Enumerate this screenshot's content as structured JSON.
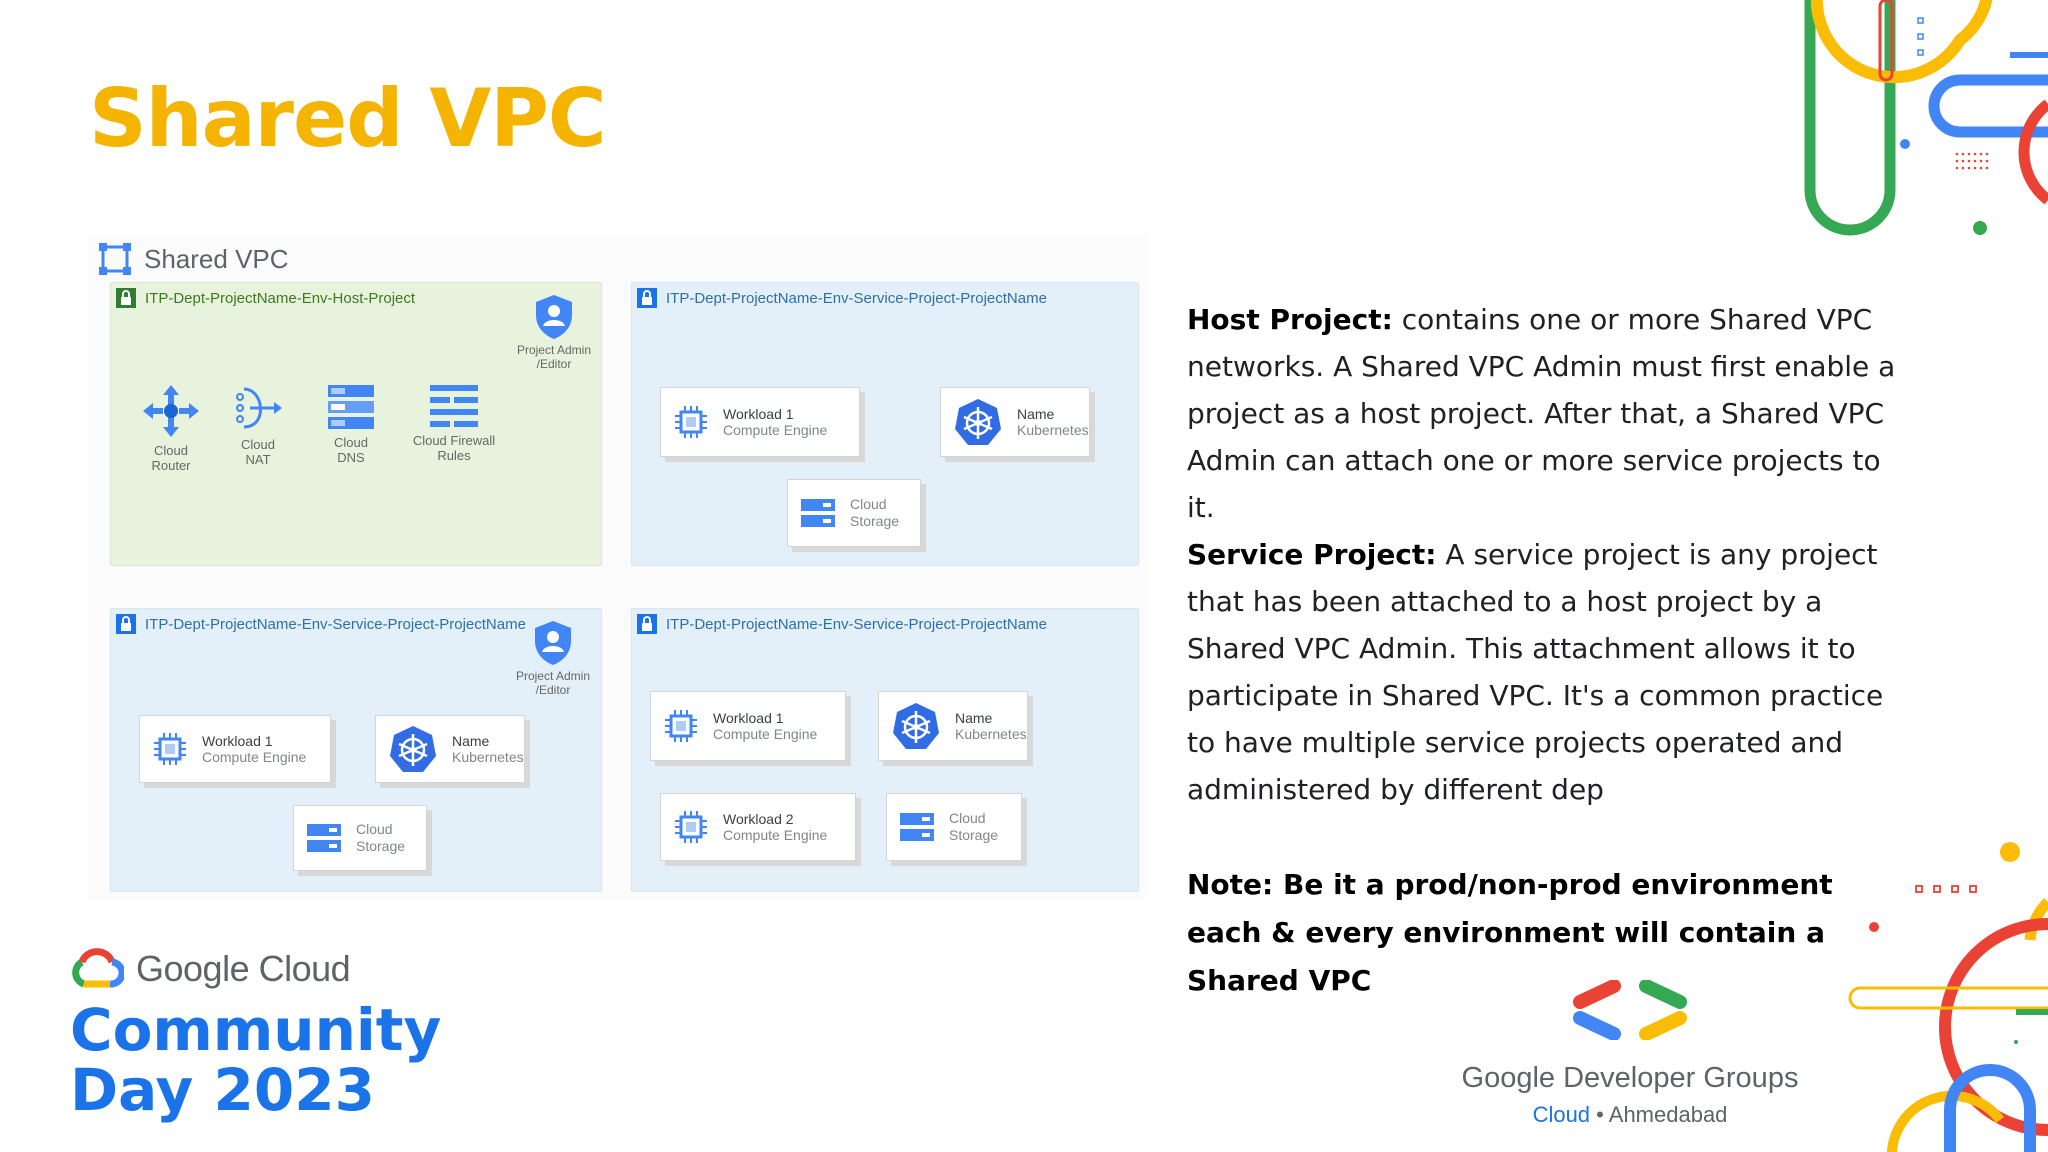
{
  "slide_title": "Shared VPC",
  "diagram": {
    "header": "Shared VPC",
    "host_project": {
      "title": "ITP-Dept-ProjectName-Env-Host-Project",
      "admin": [
        "Project Admin",
        "/Editor"
      ],
      "services": [
        {
          "line1": "Cloud",
          "line2": "Router",
          "icon": "cloud-router-icon"
        },
        {
          "line1": "Cloud",
          "line2": "NAT",
          "icon": "cloud-nat-icon"
        },
        {
          "line1": "Cloud",
          "line2": "DNS",
          "icon": "cloud-dns-icon"
        },
        {
          "line1": "Cloud Firewall",
          "line2": "Rules",
          "icon": "firewall-rules-icon"
        }
      ]
    },
    "service_projects": [
      {
        "title": "ITP-Dept-ProjectName-Env-Service-Project-ProjectName",
        "tiles": [
          {
            "line1": "Workload 1",
            "line2": "Compute Engine",
            "icon": "compute-engine-icon"
          },
          {
            "line1": "Name",
            "line2": "Kubernetes",
            "icon": "kubernetes-icon"
          },
          {
            "line1": "Cloud",
            "line2": "Storage",
            "icon": "cloud-storage-icon"
          }
        ]
      },
      {
        "title": "ITP-Dept-ProjectName-Env-Service-Project-ProjectName",
        "admin": [
          "Project Admin",
          "/Editor"
        ],
        "tiles": [
          {
            "line1": "Workload 1",
            "line2": "Compute Engine",
            "icon": "compute-engine-icon"
          },
          {
            "line1": "Name",
            "line2": "Kubernetes",
            "icon": "kubernetes-icon"
          },
          {
            "line1": "Cloud",
            "line2": "Storage",
            "icon": "cloud-storage-icon"
          }
        ]
      },
      {
        "title": "ITP-Dept-ProjectName-Env-Service-Project-ProjectName",
        "tiles": [
          {
            "line1": "Workload 1",
            "line2": "Compute Engine",
            "icon": "compute-engine-icon"
          },
          {
            "line1": "Name",
            "line2": "Kubernetes",
            "icon": "kubernetes-icon"
          },
          {
            "line1": "Workload 2",
            "line2": "Compute Engine",
            "icon": "compute-engine-icon"
          },
          {
            "line1": "Cloud",
            "line2": "Storage",
            "icon": "cloud-storage-icon"
          }
        ]
      }
    ]
  },
  "body": {
    "host_label": "Host Project:",
    "host_text": " contains one or more Shared VPC networks. A Shared VPC Admin must first enable a project as a host project. After that, a Shared VPC Admin can attach one or more service projects to it.",
    "service_label": "Service Project:",
    "service_text": " A service project is any project that has been attached to a host project by a Shared VPC Admin. This attachment allows it to participate in Shared VPC. It's a common practice to have multiple service projects operated and administered by different dep",
    "note": "Note: Be it a prod/non-prod environment each & every environment will contain a Shared VPC"
  },
  "branding": {
    "google_cloud": "Google Cloud",
    "event_line1": "Community",
    "event_line2": "Day 2023",
    "gdg_name": "Google Developer Groups",
    "gdg_chapter_a": "Cloud",
    "gdg_chapter_sep": " • ",
    "gdg_chapter_b": "Ahmedabad"
  },
  "colors": {
    "title": "#f4b400",
    "google_blue": "#4285f4",
    "google_red": "#ea4335",
    "google_yellow": "#fbbc04",
    "google_green": "#34a853",
    "event_blue": "#1a73e8"
  }
}
